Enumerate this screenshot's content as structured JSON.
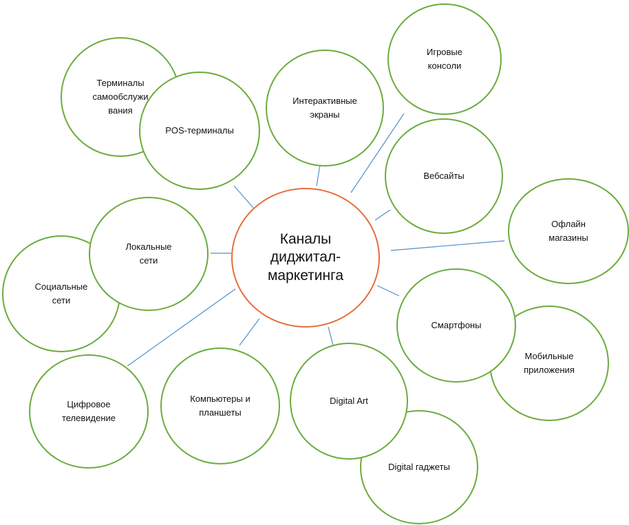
{
  "colors": {
    "node_border": "#6aab3c",
    "center_border": "#e56d3a",
    "connector": "#4f8fce"
  },
  "center": {
    "label": "Каналы\nдиджитал-\nмаркетинга"
  },
  "nodes": [
    {
      "id": "terminals",
      "label": "Терминалы\nсамообслужи\nвания"
    },
    {
      "id": "pos",
      "label": "POS-терминалы"
    },
    {
      "id": "interactive",
      "label": "Интерактивные\nэкраны"
    },
    {
      "id": "consoles",
      "label": "Игровые\nконсоли"
    },
    {
      "id": "websites",
      "label": "Вебсайты"
    },
    {
      "id": "offline",
      "label": "Офлайн\nмагазины"
    },
    {
      "id": "local",
      "label": "Локальные\nсети"
    },
    {
      "id": "social",
      "label": "Социальные\nсети"
    },
    {
      "id": "smartphones",
      "label": "Смартфоны"
    },
    {
      "id": "mobileapps",
      "label": "Мобильные\nприложения"
    },
    {
      "id": "digitaltv",
      "label": "Цифровое\nтелевидение"
    },
    {
      "id": "computers",
      "label": "Компьютеры и\nпланшеты"
    },
    {
      "id": "digitalart",
      "label": "Digital Art"
    },
    {
      "id": "gadgets",
      "label": "Digital гаджеты"
    }
  ]
}
